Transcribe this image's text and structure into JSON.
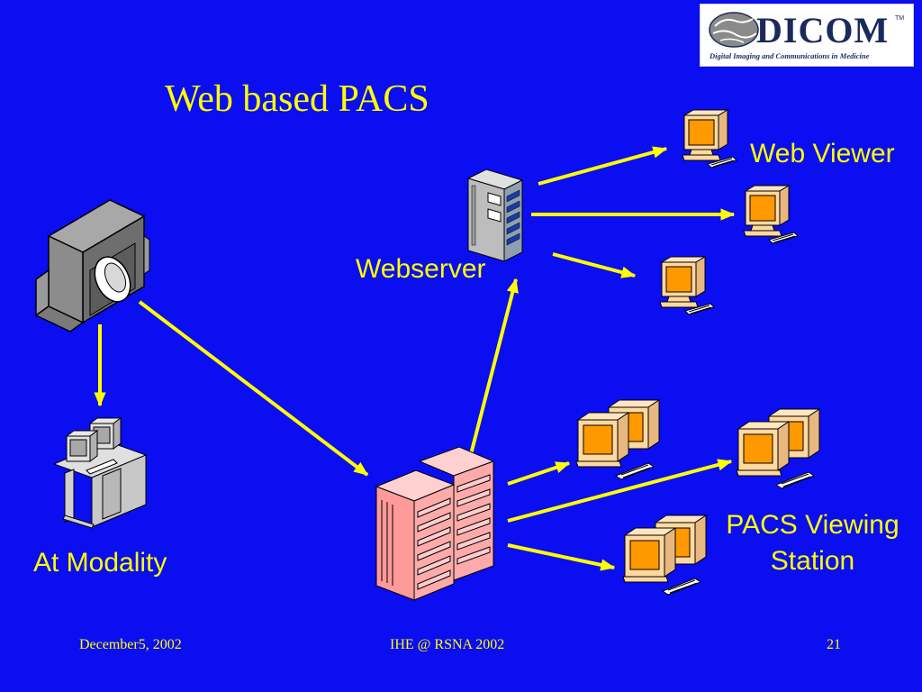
{
  "slide": {
    "title": "Web based PACS",
    "background": "#0a0ef0",
    "text_color": "#ffff00"
  },
  "logo": {
    "text": "DICOM",
    "trademark": "TM",
    "subtitle": "Digital Imaging and Communications in Medicine"
  },
  "labels": {
    "web_viewer": "Web Viewer",
    "webserver": "Webserver",
    "at_modality": "At Modality",
    "pacs_viewing_station": "PACS Viewing Station"
  },
  "footer": {
    "date": "December5, 2002",
    "event": "IHE @ RSNA 2002",
    "page": "21"
  },
  "icons": {
    "scanner": "ct-scanner-icon",
    "workstation": "modality-workstation-icon",
    "pacs_server": "pacs-server-icon",
    "webserver": "web-server-tower-icon",
    "web_client": "computer-icon",
    "pacs_station": "dual-monitor-computer-icon"
  },
  "colors": {
    "arrow": "#ffff00",
    "monitor_screen": "#ff9900",
    "monitor_body": "#ffd9a0",
    "server_body": "#ffaaaa",
    "scanner_body": "#808080"
  }
}
